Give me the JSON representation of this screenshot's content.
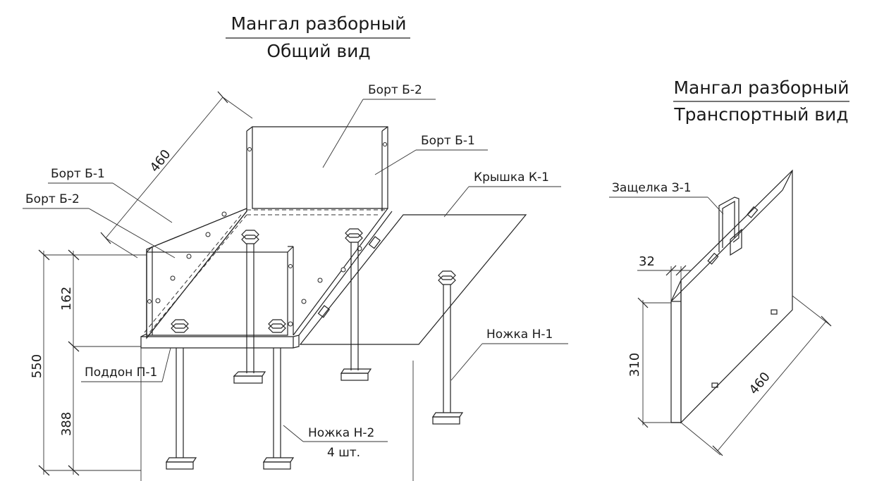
{
  "main_view": {
    "title_line1": "Мангал разборный",
    "title_line2": "Общий вид"
  },
  "transport_view": {
    "title_line1": "Мангал разборный",
    "title_line2": "Транспортный вид"
  },
  "labels": {
    "bort_b2_top": "Борт Б-2",
    "bort_b1_right": "Борт Б-1",
    "bort_b1_left": "Борт Б-1",
    "bort_b2_left": "Борт Б-2",
    "kryshka_k1": "Крышка К-1",
    "nozhka_n1": "Ножка Н-1",
    "poddon_p1": "Поддон П-1",
    "nozhka_n2": "Ножка Н-2",
    "nozhka_n2_qty": "4 шт.",
    "zashchelka_z1": "Защелка З-1"
  },
  "dimensions": {
    "length_main": "460",
    "height_total": "550",
    "height_upper": "162",
    "height_lower": "388",
    "thickness_transport": "32",
    "height_transport": "310",
    "length_transport": "460"
  }
}
